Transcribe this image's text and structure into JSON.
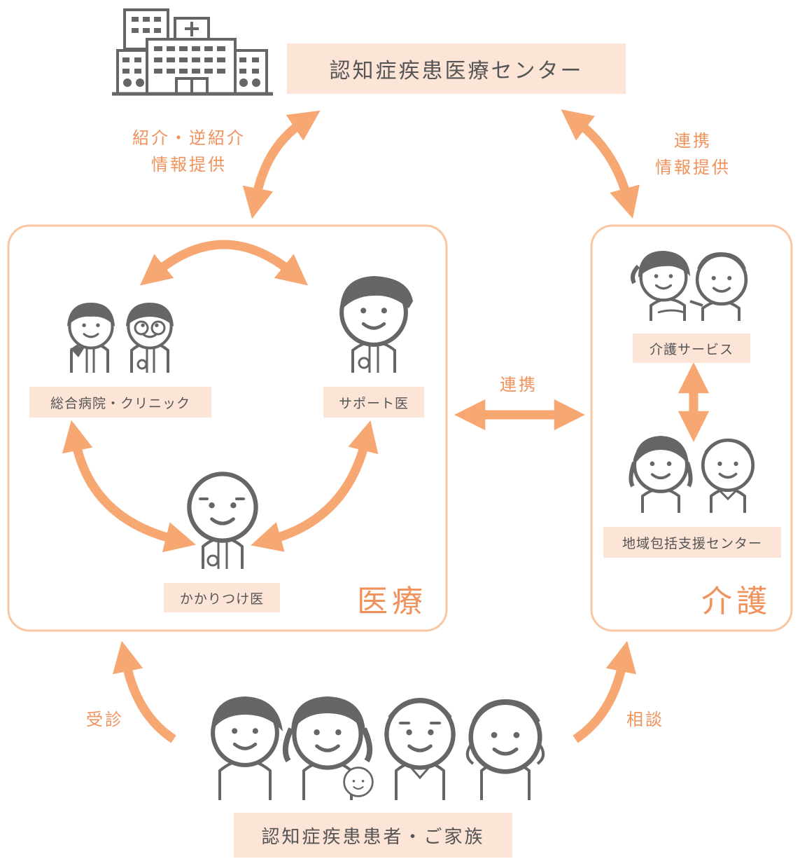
{
  "colors": {
    "accent": "#f7a872",
    "accent_text": "#f0925c",
    "label_bg": "#fce4d6",
    "icon_gray": "#666666",
    "box_border": "#f9c6a0"
  },
  "icons": {
    "center": "hospital-building-icon",
    "general": "doctor-pair-icon",
    "support": "support-doctor-icon",
    "family_doc": "elderly-doctor-icon",
    "care_service": "caregiver-elderly-icon",
    "community": "community-staff-icon",
    "patients": "patient-family-icon"
  },
  "center": {
    "name": "認知症疾患医療センター"
  },
  "links": {
    "left_line1": "紹介・逆紹介",
    "left_line2": "情報提供",
    "right_line1": "連携",
    "right_line2": "情報提供",
    "middle": "連携",
    "consult_medical": "受診",
    "consult_care": "相談"
  },
  "medical": {
    "title": "医療",
    "general": "総合病院・クリニック",
    "support": "サポート医",
    "family_doc": "かかりつけ医"
  },
  "care": {
    "title": "介護",
    "service": "介護サービス",
    "community": "地域包括支援センター"
  },
  "patients": {
    "label": "認知症疾患患者・ご家族"
  }
}
